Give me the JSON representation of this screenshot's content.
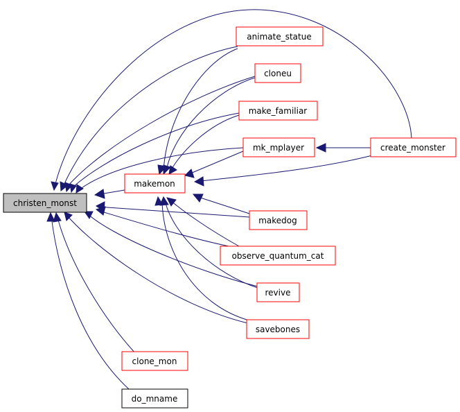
{
  "colors": {
    "edge": "#191970",
    "node_border_default": "#ff0000",
    "node_border_plain": "#000000",
    "focus_fill": "#bfbfbf",
    "node_fill": "#ffffff",
    "text": "#000000"
  },
  "graph": {
    "nodes": {
      "christen_monst": {
        "label": "christen_monst",
        "style": "focus"
      },
      "makemon": {
        "label": "makemon",
        "style": "linked"
      },
      "animate_statue": {
        "label": "animate_statue",
        "style": "linked"
      },
      "cloneu": {
        "label": "cloneu",
        "style": "linked"
      },
      "make_familiar": {
        "label": "make_familiar",
        "style": "linked"
      },
      "mk_mplayer": {
        "label": "mk_mplayer",
        "style": "linked"
      },
      "create_monster": {
        "label": "create_monster",
        "style": "linked"
      },
      "makedog": {
        "label": "makedog",
        "style": "linked"
      },
      "observe_quantum_cat": {
        "label": "observe_quantum_cat",
        "style": "linked"
      },
      "revive": {
        "label": "revive",
        "style": "linked"
      },
      "savebones": {
        "label": "savebones",
        "style": "linked"
      },
      "clone_mon": {
        "label": "clone_mon",
        "style": "linked"
      },
      "do_mname": {
        "label": "do_mname",
        "style": "plain"
      }
    },
    "edges": [
      {
        "from": "makemon",
        "to": "christen_monst"
      },
      {
        "from": "animate_statue",
        "to": "christen_monst"
      },
      {
        "from": "cloneu",
        "to": "christen_monst"
      },
      {
        "from": "make_familiar",
        "to": "christen_monst"
      },
      {
        "from": "mk_mplayer",
        "to": "christen_monst"
      },
      {
        "from": "create_monster",
        "to": "christen_monst"
      },
      {
        "from": "makedog",
        "to": "christen_monst"
      },
      {
        "from": "observe_quantum_cat",
        "to": "christen_monst"
      },
      {
        "from": "revive",
        "to": "christen_monst"
      },
      {
        "from": "savebones",
        "to": "christen_monst"
      },
      {
        "from": "clone_mon",
        "to": "christen_monst"
      },
      {
        "from": "do_mname",
        "to": "christen_monst"
      },
      {
        "from": "animate_statue",
        "to": "makemon"
      },
      {
        "from": "cloneu",
        "to": "makemon"
      },
      {
        "from": "make_familiar",
        "to": "makemon"
      },
      {
        "from": "mk_mplayer",
        "to": "makemon"
      },
      {
        "from": "create_monster",
        "to": "makemon"
      },
      {
        "from": "makedog",
        "to": "makemon"
      },
      {
        "from": "observe_quantum_cat",
        "to": "makemon"
      },
      {
        "from": "revive",
        "to": "makemon"
      },
      {
        "from": "savebones",
        "to": "makemon"
      },
      {
        "from": "create_monster",
        "to": "mk_mplayer"
      }
    ]
  }
}
